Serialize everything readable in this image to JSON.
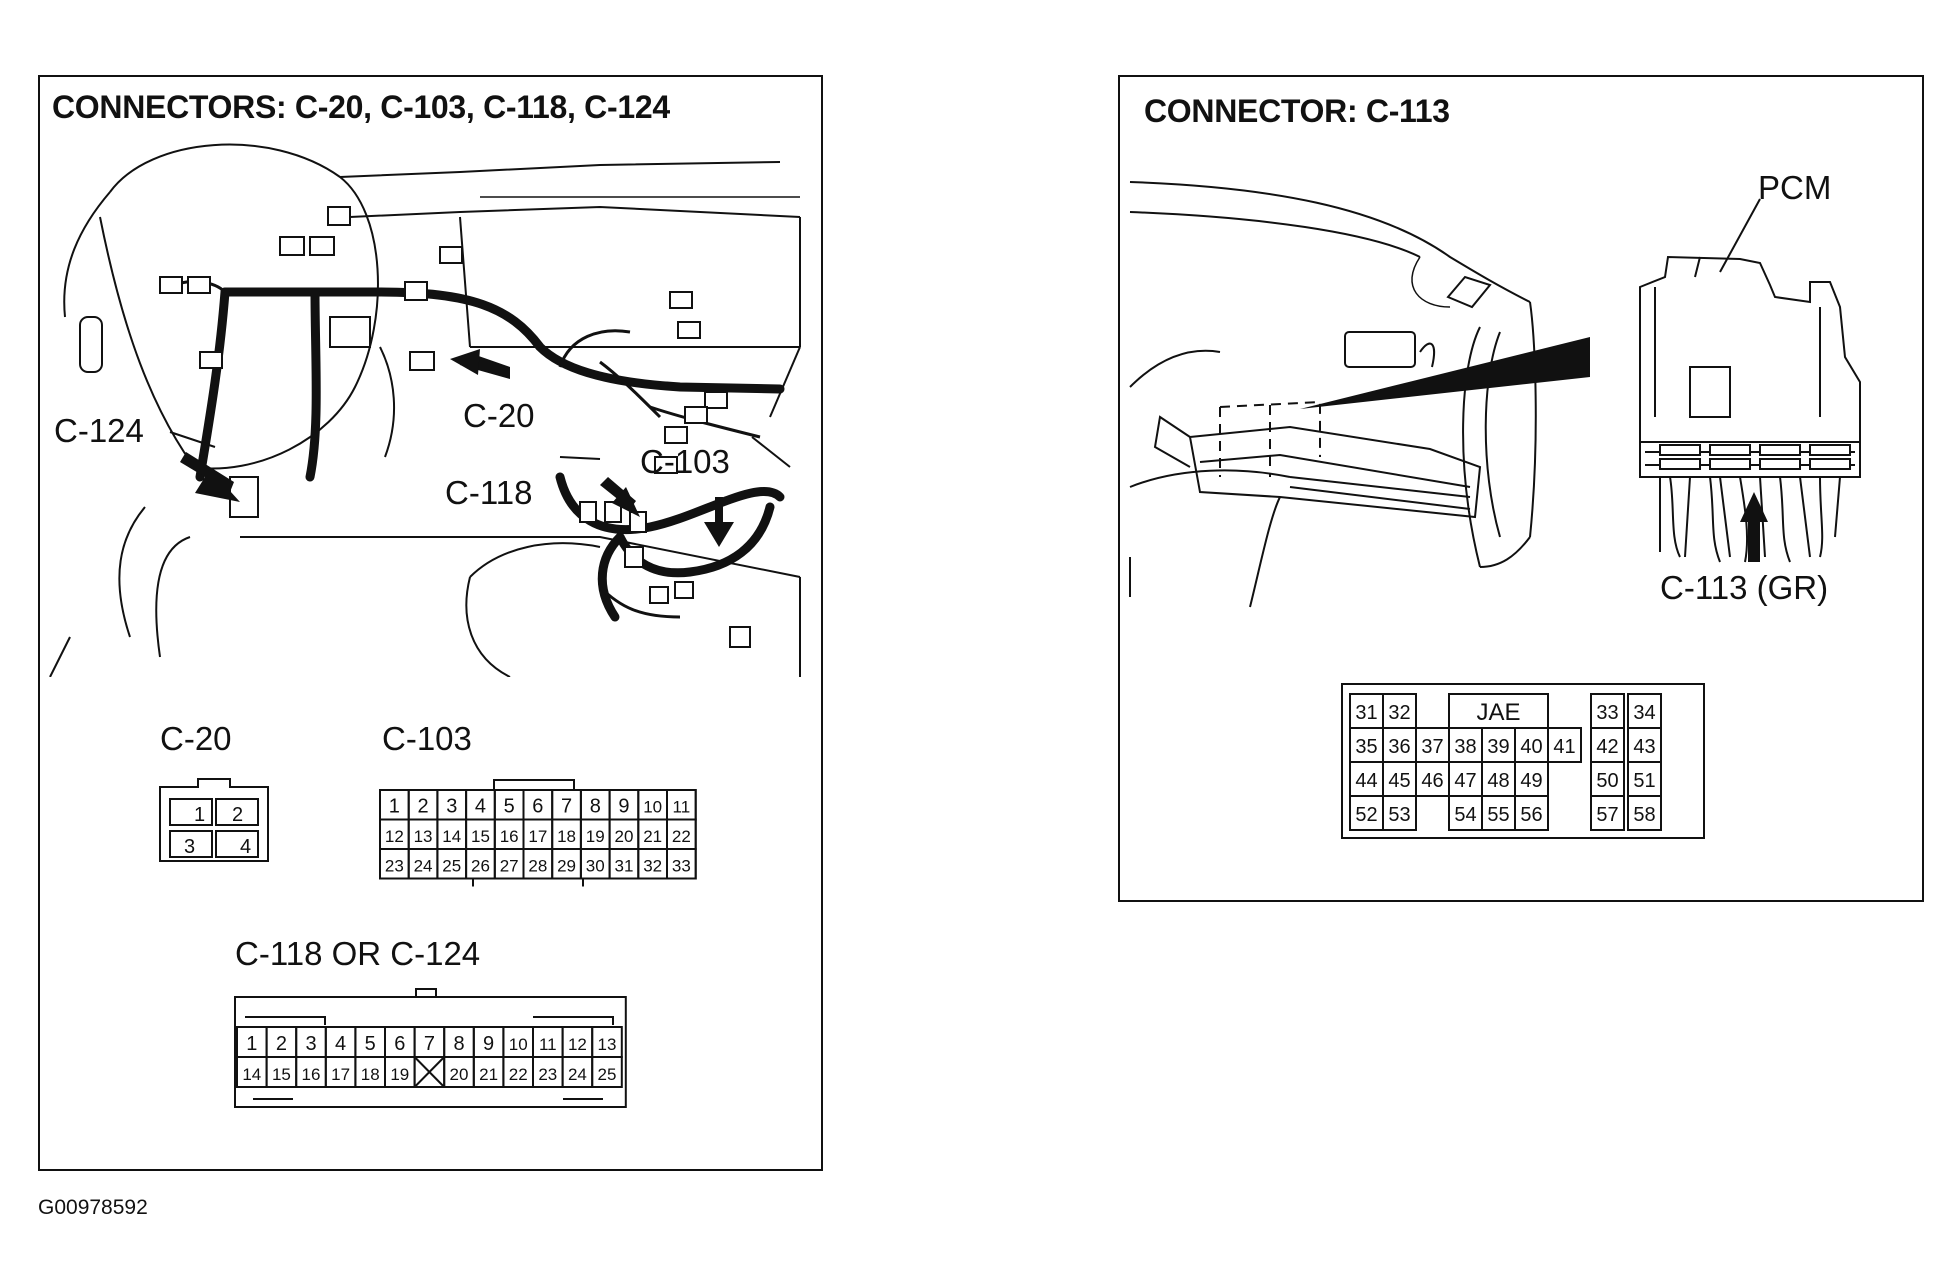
{
  "left_panel": {
    "title": "CONNECTORS: C-20, C-103, C-118, C-124",
    "callouts": {
      "c20": "C-20",
      "c103": "C-103",
      "c118": "C-118",
      "c124": "C-124"
    },
    "c20": {
      "title": "C-20",
      "pins": [
        "1",
        "2",
        "3",
        "4"
      ]
    },
    "c103": {
      "title": "C-103",
      "rows": [
        [
          "1",
          "2",
          "3",
          "4",
          "5",
          "6",
          "7",
          "8",
          "9",
          "10",
          "11"
        ],
        [
          "12",
          "13",
          "14",
          "15",
          "16",
          "17",
          "18",
          "19",
          "20",
          "21",
          "22"
        ],
        [
          "23",
          "24",
          "25",
          "26",
          "27",
          "28",
          "29",
          "30",
          "31",
          "32",
          "33"
        ]
      ]
    },
    "c118": {
      "title": "C-118 OR C-124",
      "rows": [
        [
          "1",
          "2",
          "3",
          "4",
          "5",
          "6",
          "7",
          "8",
          "9",
          "10",
          "11",
          "12",
          "13"
        ],
        [
          "14",
          "15",
          "16",
          "17",
          "18",
          "19",
          "",
          "20",
          "21",
          "22",
          "23",
          "24",
          "25"
        ]
      ]
    }
  },
  "right_panel": {
    "title": "CONNECTOR: C-113",
    "callouts": {
      "pcm": "PCM",
      "c113": "C-113 (GR)"
    },
    "c113": {
      "brand": "JAE",
      "rows": [
        [
          "31",
          "32",
          "",
          "",
          "",
          "",
          "",
          "",
          "33",
          "34"
        ],
        [
          "35",
          "36",
          "37",
          "38",
          "39",
          "40",
          "41",
          "42",
          "43"
        ],
        [
          "44",
          "45",
          "46",
          "47",
          "48",
          "49",
          "",
          "50",
          "51"
        ],
        [
          "52",
          "53",
          "",
          "54",
          "55",
          "56",
          "",
          "57",
          "58"
        ]
      ]
    }
  },
  "figure_id": "G00978592"
}
